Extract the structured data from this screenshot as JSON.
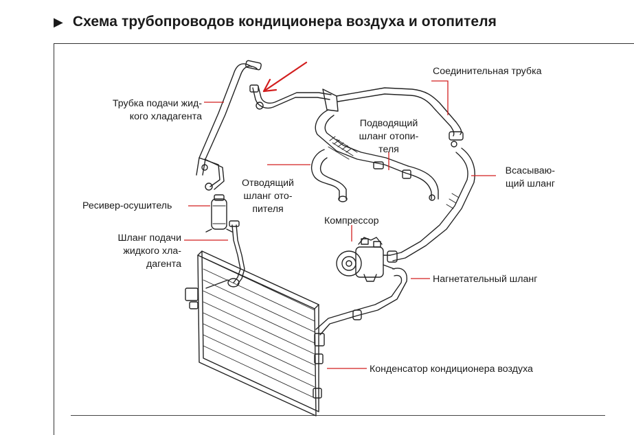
{
  "title": {
    "marker": "▶",
    "text": "Схема трубопроводов кондиционера воздуха и отопителя"
  },
  "labels": {
    "liquid_supply_tube": "Трубка подачи жид-\nкого хладагента",
    "connecting_tube": "Соединительная трубка",
    "heater_inlet_hose": "Подводящий\nшланг отопи-\nтеля",
    "heater_outlet_hose": "Отводящий\nшланг ото-\nпителя",
    "suction_hose": "Всасываю-\nщий шланг",
    "receiver_drier": "Ресивер-осушитель",
    "compressor": "Компрессор",
    "liquid_supply_hose": "Шланг подачи\nжидкого хла-\nдагента",
    "discharge_hose": "Нагнетательный шланг",
    "condenser": "Конденсатор кондиционера воздуха"
  },
  "colors": {
    "leader_line": "#d21e1e",
    "arrow": "#d21e1e",
    "drawing": "#222222"
  },
  "icons": {
    "pointer_arrow": "red-arrow-icon",
    "title_marker": "triangle-right-icon"
  }
}
